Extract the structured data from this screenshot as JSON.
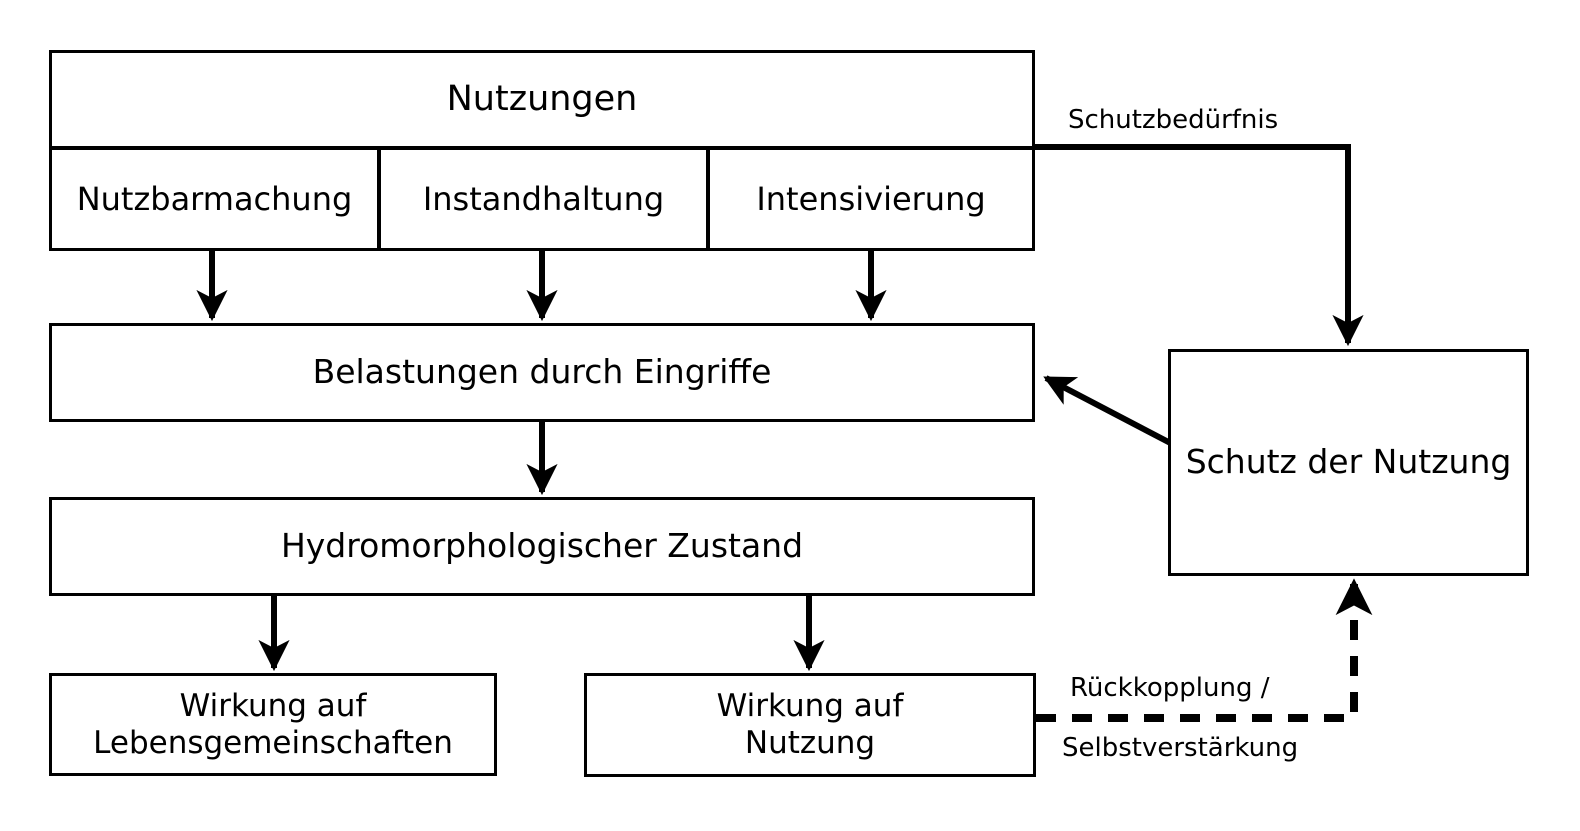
{
  "diagram": {
    "title": "Nutzungen / Schutz der Nutzung Wirkungsgefuege",
    "language": "de",
    "colors": {
      "stroke": "#000000",
      "fill": "#ffffff",
      "text": "#000000"
    },
    "nodes": {
      "nutzungen": "Nutzungen",
      "nutzbarmachung": "Nutzbarmachung",
      "instandhaltung": "Instandhaltung",
      "intensivierung": "Intensivierung",
      "belastungen": "Belastungen durch Eingriffe",
      "hydromorphologischer_zustand": "Hydromorphologischer Zustand",
      "wirkung_lebensgemeinschaften_line1": "Wirkung auf",
      "wirkung_lebensgemeinschaften_line2": "Lebensgemeinschaften",
      "wirkung_nutzung_line1": "Wirkung auf",
      "wirkung_nutzung_line2": "Nutzung",
      "schutz_der_nutzung": "Schutz der Nutzung"
    },
    "edge_labels": {
      "schutzbeduerfnis": "Schutzbedürfnis",
      "rueckkopplung_line1": "Rückkopplung /",
      "rueckkopplung_line2": "Selbstverstärkung"
    },
    "edges": [
      {
        "from": "nutzbarmachung",
        "to": "belastungen",
        "style": "solid",
        "arrow": "end"
      },
      {
        "from": "instandhaltung",
        "to": "belastungen",
        "style": "solid",
        "arrow": "end"
      },
      {
        "from": "intensivierung",
        "to": "belastungen",
        "style": "solid",
        "arrow": "end"
      },
      {
        "from": "belastungen",
        "to": "hydromorphologischer_zustand",
        "style": "solid",
        "arrow": "end"
      },
      {
        "from": "hydromorphologischer_zustand",
        "to": "wirkung_lebensgemeinschaften",
        "style": "solid",
        "arrow": "end"
      },
      {
        "from": "hydromorphologischer_zustand",
        "to": "wirkung_nutzung",
        "style": "solid",
        "arrow": "end"
      },
      {
        "from": "nutzungen",
        "to": "schutz_der_nutzung",
        "style": "solid",
        "arrow": "end",
        "label": "Schutzbedürfnis"
      },
      {
        "from": "schutz_der_nutzung",
        "to": "belastungen",
        "style": "solid",
        "arrow": "end"
      },
      {
        "from": "wirkung_nutzung",
        "to": "schutz_der_nutzung",
        "style": "dashed",
        "arrow": "end",
        "label": "Rückkopplung / Selbstverstärkung"
      }
    ]
  }
}
